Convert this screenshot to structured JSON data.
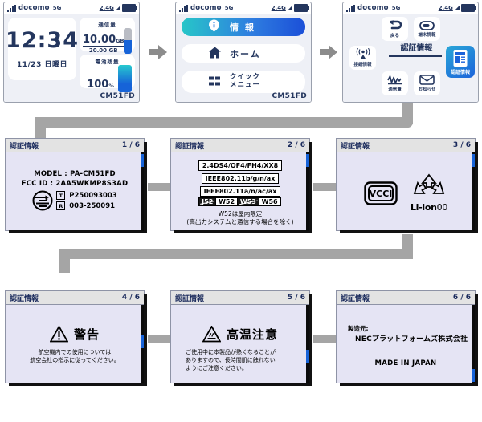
{
  "meta": {
    "accent_blue": "#1663d8",
    "panel_bg": "#e5e4f4",
    "connector_gray": "#a5a5a5"
  },
  "devices": [
    {
      "id": "home-screen",
      "status": {
        "carrier": "docomo",
        "network": "5G",
        "band_tag": "2.4G",
        "wifi_icon": "wifi-icon",
        "battery_icon": "battery-full-icon",
        "signal_icon": "signal-bars-icon"
      },
      "clock": {
        "time": "12:34",
        "date": "11/23  日曜日"
      },
      "data_card": {
        "title": "通信量",
        "value": "10.00",
        "unit": "GB",
        "total": "20.00 GB",
        "gauge_percent": 50
      },
      "battery_card": {
        "title": "電池残量",
        "value": "100",
        "unit": "%",
        "gauge_percent": 100
      },
      "model": "CM51FD"
    },
    {
      "id": "main-menu-screen",
      "status": {
        "carrier": "docomo",
        "network": "5G",
        "band_tag": "2.4G",
        "wifi_icon": "wifi-icon",
        "battery_icon": "battery-full-icon",
        "signal_icon": "signal-bars-icon"
      },
      "menu": [
        {
          "label": "情 報",
          "icon": "info-pin-icon",
          "selected": true
        },
        {
          "label": "ホーム",
          "icon": "home-icon",
          "selected": false
        },
        {
          "label_line1": "クイック",
          "label_line2": "メニュー",
          "icon": "quick-menu-icon",
          "selected": false
        }
      ],
      "model": "CM51FD"
    },
    {
      "id": "info-menu-screen",
      "status": {
        "carrier": "docomo",
        "network": "5G",
        "band_tag": "2.4G",
        "wifi_icon": "wifi-icon",
        "battery_icon": "battery-full-icon",
        "signal_icon": "signal-bars-icon"
      },
      "center_title": "認証情報",
      "tiles": [
        {
          "label": "戻る",
          "icon": "back-arrow-icon",
          "selected": false
        },
        {
          "label": "端末情報",
          "icon": "device-icon",
          "selected": false
        },
        {
          "label": "接続情報",
          "icon": "antenna-icon",
          "selected": false
        },
        {
          "label": "認証情報",
          "icon": "certificate-icon",
          "selected": true
        },
        {
          "label": "通信量",
          "icon": "data-usage-icon",
          "selected": false
        },
        {
          "label": "お知らせ",
          "icon": "mail-icon",
          "selected": false
        }
      ]
    }
  ],
  "panels": [
    {
      "id": "cert-page-1",
      "title": "認証情報",
      "page": "1 / 6",
      "model_line": "MODEL : PA-CM51FD",
      "fcc_line": "FCC ID : 2AA5WKMP8S3AD",
      "giteki_icon": "giteki-mark-icon",
      "t_badge": "T",
      "t_number": "P250093003",
      "r_badge": "R",
      "r_number": "003-250091"
    },
    {
      "id": "cert-page-2",
      "title": "認証情報",
      "page": "2 / 6",
      "spec1": "2.4DS4/OF4/FH4/XX8",
      "spec2": "IEEE802.11b/g/n/ax",
      "spec3": "IEEE802.11a/n/ac/ax",
      "bands": [
        {
          "label": "J52",
          "disabled": true
        },
        {
          "label": "W52",
          "disabled": false
        },
        {
          "label": "W53",
          "disabled": true
        },
        {
          "label": "W56",
          "disabled": false
        }
      ],
      "note1": "W52は屋内限定",
      "note2": "(高出力システムと通信する場合を除く)"
    },
    {
      "id": "cert-page-3",
      "title": "認証情報",
      "page": "3 / 6",
      "vcci_icon": "vcci-mark-icon",
      "recycle_icon": "recycle-mark-icon",
      "liion_label": "Li-ion",
      "liion_number": "00"
    },
    {
      "id": "cert-page-4",
      "title": "認証情報",
      "page": "4 / 6",
      "warn_icon": "warning-triangle-icon",
      "warn_title": "警告",
      "warn_line1": "航空機内での使用については",
      "warn_line2": "航空会社の指示に従ってください。"
    },
    {
      "id": "cert-page-5",
      "title": "認証情報",
      "page": "5 / 6",
      "warn_icon": "hot-surface-triangle-icon",
      "warn_title": "高温注意",
      "warn_line1": "ご使用中に本製品が熱くなることが",
      "warn_line2": "ありますので、長時間肌に触れない",
      "warn_line3": "ようにご注意ください。"
    },
    {
      "id": "cert-page-6",
      "title": "認証情報",
      "page": "6 / 6",
      "maker_label": "製造元:",
      "maker_name": "NECプラットフォームズ株式会社",
      "made_in": "MADE IN JAPAN"
    }
  ]
}
